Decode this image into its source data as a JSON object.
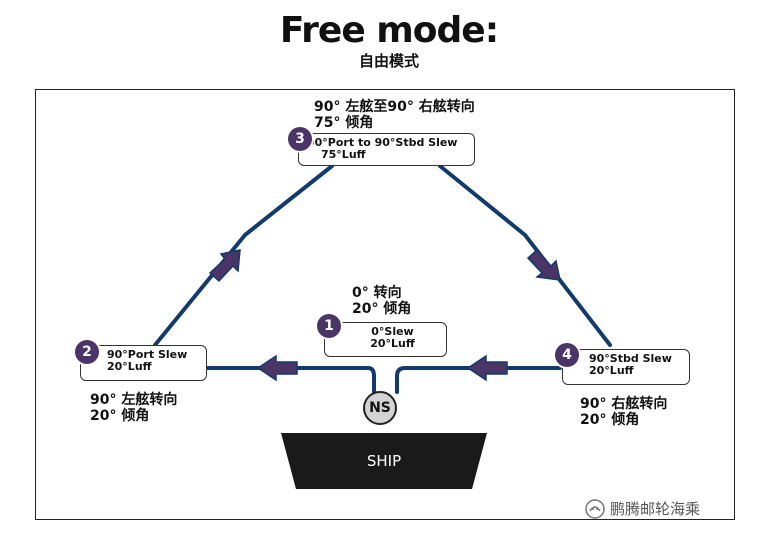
{
  "title": "Free mode:",
  "subtitle": "自由模式",
  "steps": [
    {
      "num": "1",
      "line1": "0°Slew",
      "line2": "20°Luff",
      "note_line1": "0°  转向",
      "note_line2": "20°  倾角"
    },
    {
      "num": "2",
      "line1": "90°Port Slew",
      "line2": "20°Luff",
      "note_line1": "90°  左舷转向",
      "note_line2": "20°  倾角"
    },
    {
      "num": "3",
      "line1": "90°Port to 90°Stbd Slew",
      "line2": "75°Luff",
      "note_line1": "90°  左舷至90°  右舷转向",
      "note_line2": "75°  倾角"
    },
    {
      "num": "4",
      "line1": "90°Stbd Slew",
      "line2": "20°Luff",
      "note_line1": "90°  右舷转向",
      "note_line2": "20°  倾角"
    }
  ],
  "ship_label": "SHIP",
  "ns_label": "NS",
  "watermark": "鹏腾邮轮海乘",
  "colors": {
    "path": "#123a6b",
    "arrow": "#4a3566",
    "badge": "#4a3566",
    "ship": "#1a1a1a",
    "ns_fill": "#d3d3d3"
  }
}
